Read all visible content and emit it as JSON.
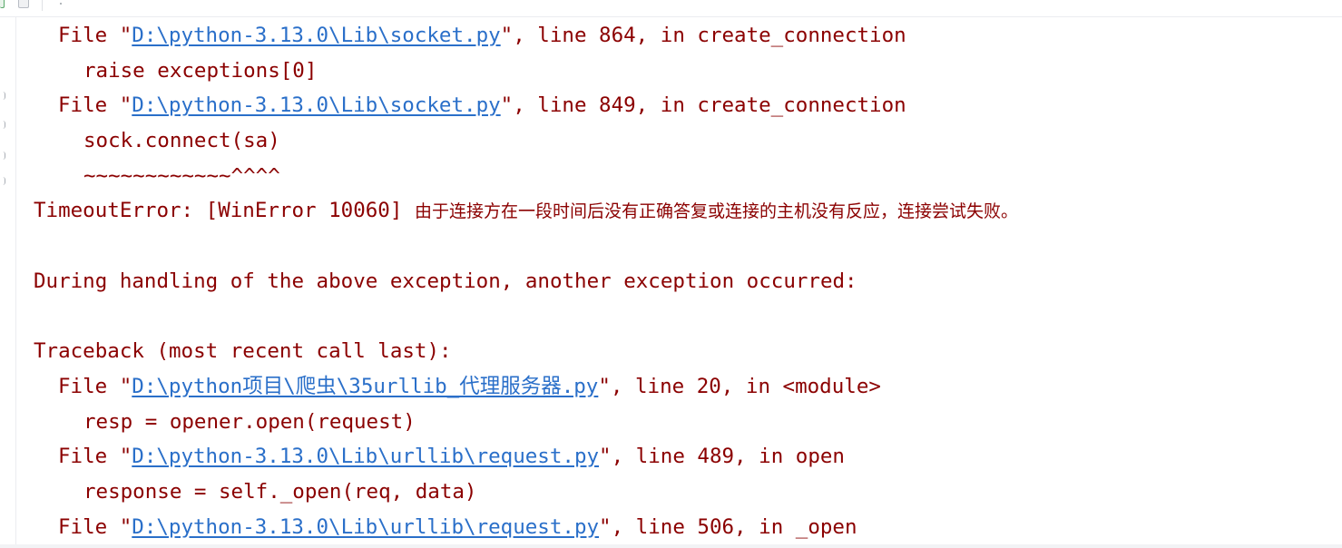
{
  "traceback_lines": [
    {
      "type": "file",
      "quote_open": "File \"",
      "path": "D:\\python-3.13.0\\Lib\\socket.py",
      "rest": "\", line 864, in create_connection"
    },
    {
      "type": "code",
      "text": "raise exceptions[0]"
    },
    {
      "type": "file",
      "quote_open": "File \"",
      "path": "D:\\python-3.13.0\\Lib\\socket.py",
      "rest": "\", line 849, in create_connection"
    },
    {
      "type": "code",
      "text": "sock.connect(sa)"
    },
    {
      "type": "code",
      "text": "~~~~~~~~~~~~^^^^"
    },
    {
      "type": "error",
      "prefix": "TimeoutError: [WinError 10060] ",
      "message": "由于连接方在一段时间后没有正确答复或连接的主机没有反应，连接尝试失败。"
    },
    {
      "type": "blank"
    },
    {
      "type": "plain",
      "text": "During handling of the above exception, another exception occurred:"
    },
    {
      "type": "blank"
    },
    {
      "type": "plain",
      "text": "Traceback (most recent call last):"
    },
    {
      "type": "file",
      "quote_open": "File \"",
      "path": "D:\\python项目\\爬虫\\35urllib_代理服务器.py",
      "rest": "\", line 20, in <module>"
    },
    {
      "type": "code",
      "text": "resp = opener.open(request)"
    },
    {
      "type": "file",
      "quote_open": "File \"",
      "path": "D:\\python-3.13.0\\Lib\\urllib\\request.py",
      "rest": "\", line 489, in open"
    },
    {
      "type": "code",
      "text": "response = self._open(req, data)"
    },
    {
      "type": "file",
      "quote_open": "File \"",
      "path": "D:\\python-3.13.0\\Lib\\urllib\\request.py",
      "rest": "\", line 506, in _open"
    }
  ],
  "colors": {
    "error_text": "#8b0000",
    "link": "#2a6fc9",
    "background": "#ffffff"
  }
}
